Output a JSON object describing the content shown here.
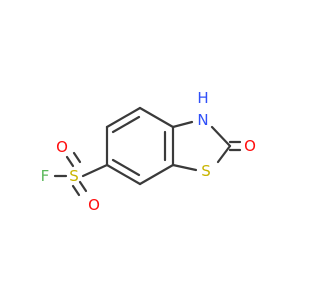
{
  "molecule": {
    "atoms": {
      "nh": {
        "label": "H\nN",
        "h_label": "H",
        "n_label": "N",
        "color": "#3050F8",
        "h_color": "#3050F8"
      },
      "o_carbonyl": {
        "label": "O",
        "color": "#FF0D0D"
      },
      "s_ring": {
        "label": "S",
        "color": "#C8B400"
      },
      "s_sulfonyl": {
        "label": "S",
        "color": "#C8B400"
      },
      "o_sulfonyl_top": {
        "label": "O",
        "color": "#FF0D0D"
      },
      "o_sulfonyl_bottom": {
        "label": "O",
        "color": "#FF0D0D"
      },
      "f": {
        "label": "F",
        "color": "#5BB85B"
      }
    },
    "bond_color": "#3a3a3a"
  }
}
